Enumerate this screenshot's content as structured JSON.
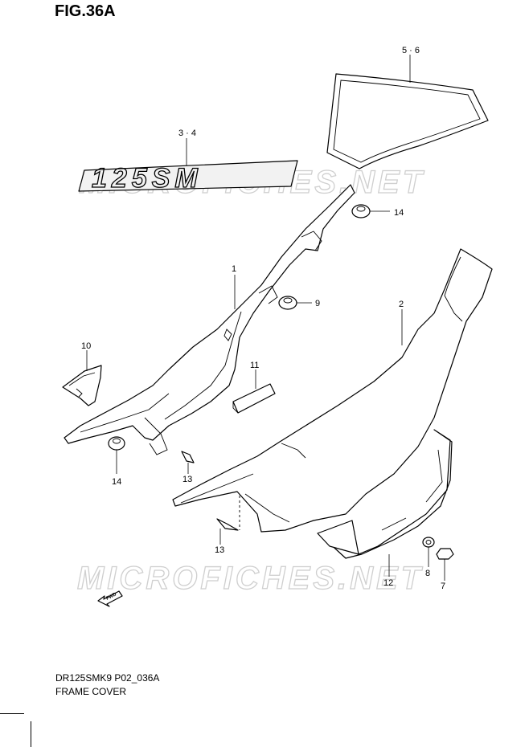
{
  "figure": {
    "title": "FIG.36A",
    "code": "DR125SMK9 P02_036A",
    "name": "FRAME COVER"
  },
  "decal_text": "125SM",
  "watermark": "MICROFICHES.NET",
  "fwd_label": "FWD",
  "callouts": {
    "c56": "5 · 6",
    "c34": "3 · 4",
    "c14a": "14",
    "c1": "1",
    "c9": "9",
    "c2": "2",
    "c10": "10",
    "c11": "11",
    "c14b": "14",
    "c13a": "13",
    "c13b": "13",
    "c8": "8",
    "c7": "7",
    "c12": "12"
  },
  "colors": {
    "line": "#000000",
    "watermark": "#cfcfcf",
    "background": "#ffffff"
  }
}
